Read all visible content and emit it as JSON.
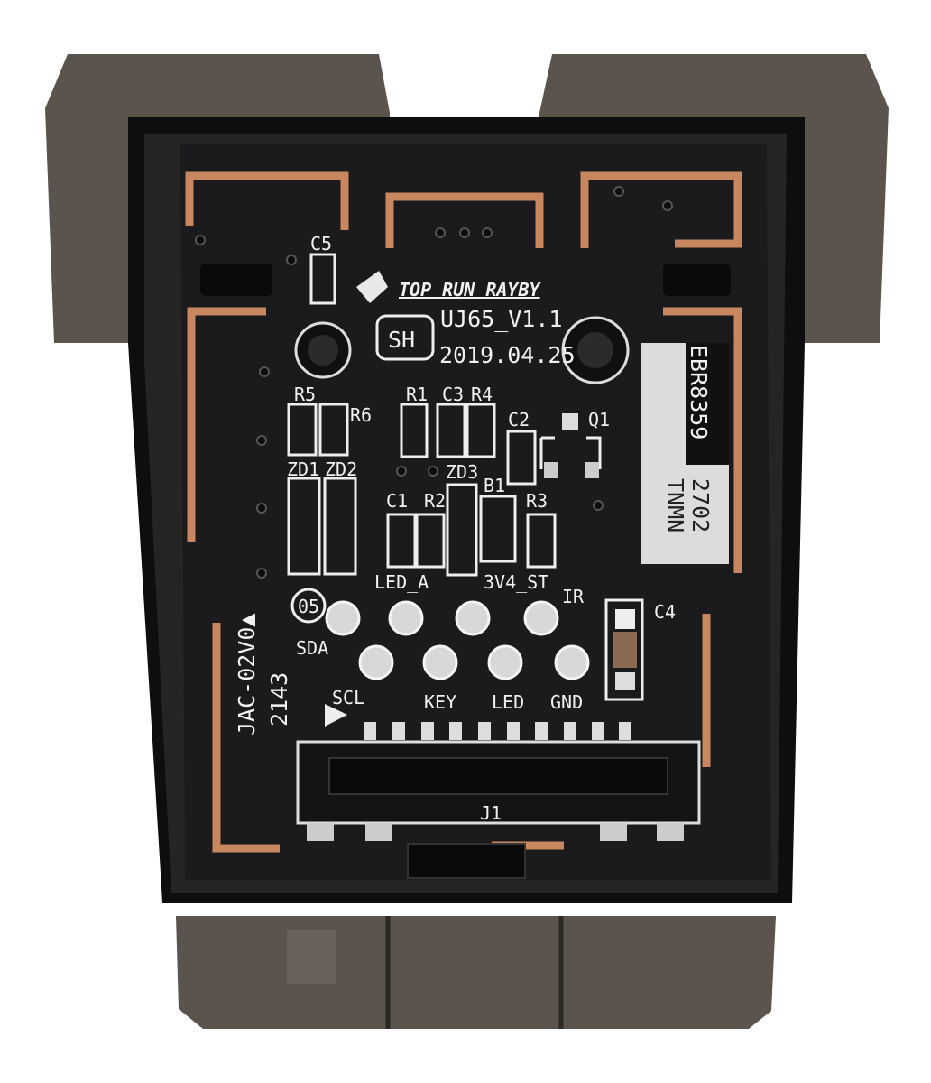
{
  "board": {
    "logo": "TOP RUN RAYBY",
    "model": "UJ65_V1.1",
    "date": "2019.04.25",
    "sh_mark": "SH",
    "label_part": "EBR8359",
    "label_code_1": "2702",
    "label_code_2": "TNMN",
    "side_mark": "JAC-02V0▲",
    "side_number": "2143",
    "circle_mark": "05",
    "connector": "J1"
  },
  "components": [
    "C5",
    "R5",
    "R6",
    "R1",
    "C3",
    "R4",
    "C2",
    "Q1",
    "ZD1",
    "ZD2",
    "ZD3",
    "B1",
    "C1",
    "R2",
    "R3",
    "C4"
  ],
  "pins_top": [
    "LED_A",
    "3V4_ST",
    "IR",
    "SDA"
  ],
  "pins_bottom": [
    "SCL",
    "KEY",
    "LED",
    "GND"
  ],
  "colors": {
    "pcb": "#1b1b1d",
    "copper": "#c9875f",
    "housing": "#5b544d",
    "frame": "#0e0e0f"
  }
}
